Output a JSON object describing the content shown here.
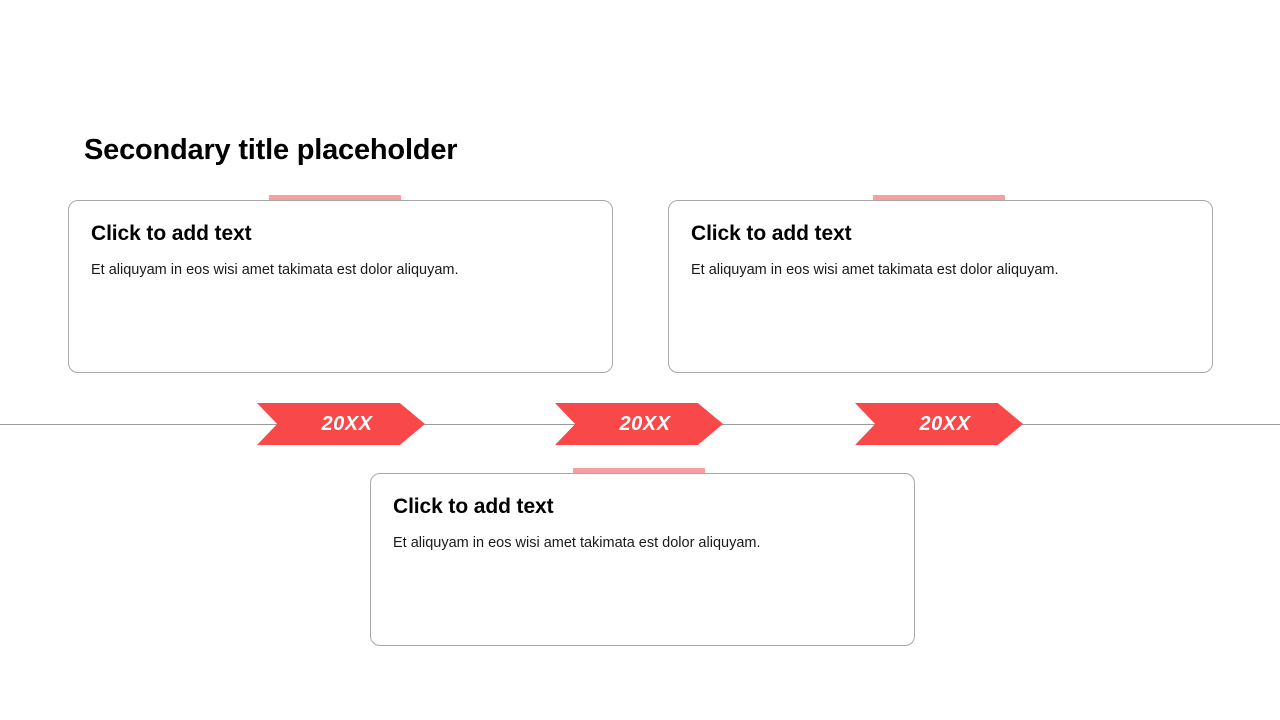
{
  "slide": {
    "background_color": "#ffffff",
    "title": "Secondary title placeholder"
  },
  "theme": {
    "accent_color": "#f9484a",
    "tab_color": "#f79e9e",
    "axis_color": "#9a9a9a",
    "card_border_color": "#a8a8a8",
    "text_color": "#000000"
  },
  "timeline": {
    "axis_visible": true,
    "markers": [
      {
        "label": "20XX"
      },
      {
        "label": "20XX"
      },
      {
        "label": "20XX"
      }
    ]
  },
  "cards": [
    {
      "heading": "Click to add text",
      "body": "Et aliquyam in eos wisi amet takimata est dolor aliquyam.",
      "tab_color": "#f79e9e"
    },
    {
      "heading": "Click to add text",
      "body": "Et aliquyam in eos wisi amet takimata est dolor aliquyam.",
      "tab_color": "#f79e9e"
    },
    {
      "heading": "Click to add text",
      "body": "Et aliquyam in eos wisi amet takimata est dolor aliquyam.",
      "tab_color": "#f79e9e"
    }
  ]
}
